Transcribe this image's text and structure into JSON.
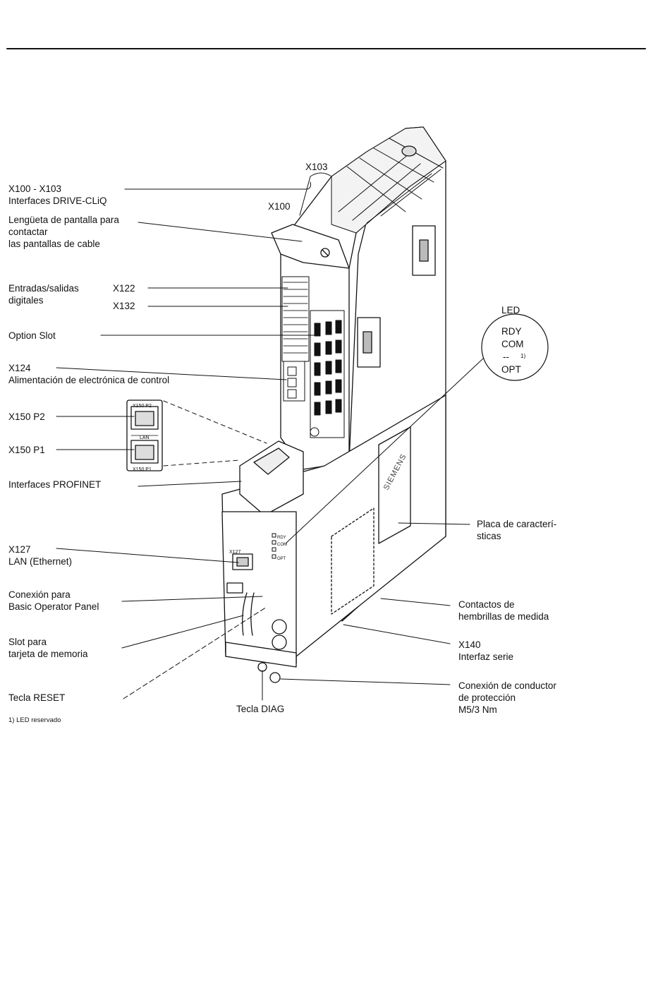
{
  "labels": {
    "x100_x103": [
      "X100 - X103",
      "Interfaces DRIVE-CLiQ"
    ],
    "x103": "X103",
    "x100": "X100",
    "shield": [
      "Lengüeta de pantalla para",
      "contactar",
      "las pantallas de cable"
    ],
    "dio": [
      "Entradas/salidas",
      "digitales"
    ],
    "x122": "X122",
    "x132": "X132",
    "option_slot": "Option Slot",
    "x124": [
      "X124",
      "Alimentación de electrónica de control"
    ],
    "x150p2": "X150 P2",
    "x150p1": "X150 P1",
    "profinet": "Interfaces PROFINET",
    "x127": [
      "X127",
      "LAN (Ethernet)"
    ],
    "bop": [
      "Conexión para",
      "Basic Operator Panel"
    ],
    "memslot": [
      "Slot para",
      "tarjeta de memoria"
    ],
    "reset": "Tecla RESET",
    "diag": "Tecla DIAG",
    "footnote": "1) LED reservado",
    "led_title": "LED",
    "led_items": [
      "RDY",
      "COM",
      "--",
      "OPT"
    ],
    "led_footref": "1)",
    "nameplate": [
      "Placa de caracterí-",
      "sticas"
    ],
    "contacts": [
      "Contactos de",
      "hembrillas de medida"
    ],
    "x140": [
      "X140",
      "Interfaz serie"
    ],
    "pe": [
      "Conexión de conductor",
      "de protección",
      "M5/3 Nm"
    ]
  },
  "device": {
    "brand": "SIEMENS",
    "port_labels": [
      "X150 P2",
      "LAN",
      "X150 P1",
      "X127",
      "RDY",
      "COM",
      "OPT"
    ]
  }
}
